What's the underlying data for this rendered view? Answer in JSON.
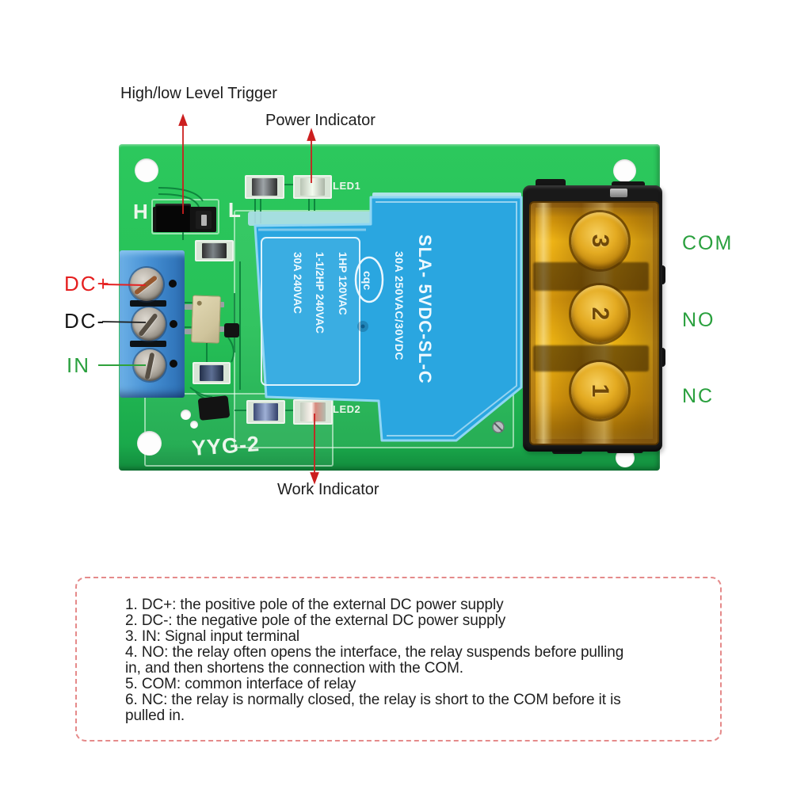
{
  "annotations": {
    "trigger_label": "High/low Level Trigger",
    "power_label": "Power Indicator",
    "work_label": "Work Indicator",
    "dc_plus": "DC+",
    "dc_minus": "DC-",
    "in": "IN",
    "com": "COM",
    "no": "NO",
    "nc": "NC"
  },
  "board_silk": {
    "h": "H",
    "l": "L",
    "led1": "LED1",
    "led2": "LED2",
    "model": "YYG-2"
  },
  "relay": {
    "model": "SLA- 5VDC-SL-C",
    "rating": "30A 250VAC/30VDC",
    "logo": "cqc",
    "panel_lines": [
      "1HP 120VAC",
      "1-1/2HP 240VAC",
      "30A 240VAC"
    ]
  },
  "output_terminal": {
    "numbers": [
      "3",
      "2",
      "1"
    ]
  },
  "notes": {
    "items": [
      "1. DC+: the positive pole of the external DC power supply",
      "2. DC-: the negative pole of the external DC power supply",
      "3. IN: Signal input terminal",
      "4. NO: the relay often opens the interface, the relay suspends before pulling\nin, and then shortens the connection with the COM.",
      "5. COM: common interface of relay",
      "6. NC: the relay is normally closed, the relay is short to the COM before it is\npulled in."
    ]
  },
  "colors": {
    "pcb_green": "#27c158",
    "relay_blue": "#2aa6e0",
    "cover_amber": "#eeb315",
    "terminal_blue": "#4690d4",
    "annotation_red": "#cc1f1f",
    "label_green": "#2aa03e",
    "label_red": "#e52020",
    "label_black": "#1d1d1d",
    "notes_border": "#e58a8a"
  }
}
